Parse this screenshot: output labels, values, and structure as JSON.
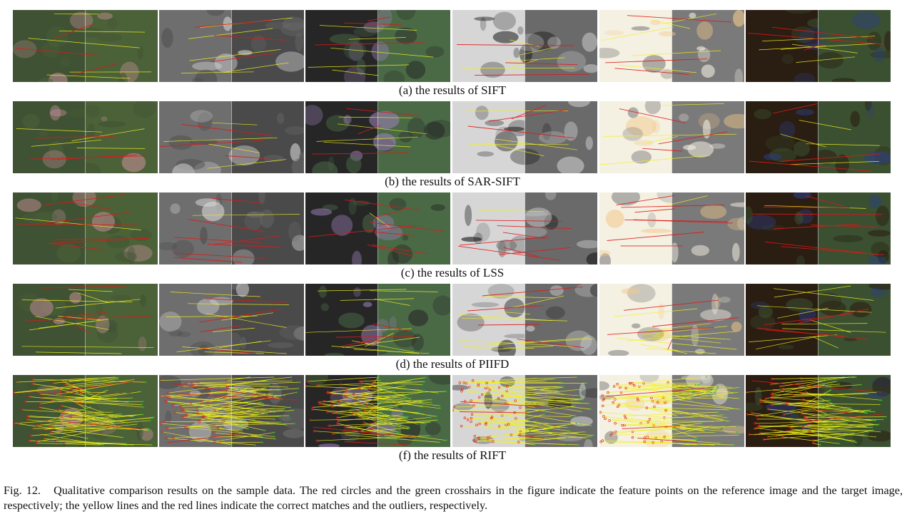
{
  "figure": {
    "pairs": [
      {
        "name": "optical-optical",
        "left": "#3f5233",
        "right": "#4b6138",
        "accent": "#c7909a"
      },
      {
        "name": "sar-sar",
        "left": "#6e6e6e",
        "right": "#4a4a4a",
        "accent": "#d8d8d8"
      },
      {
        "name": "map-optical-green",
        "left": "#262626",
        "right": "#4a6a46",
        "accent": "#9a80b8"
      },
      {
        "name": "depth-optical",
        "left": "#d6d6d6",
        "right": "#6a6a6a",
        "accent": "#111111"
      },
      {
        "name": "map-sar",
        "left": "#f4f0e2",
        "right": "#7a7a7a",
        "accent": "#f2c98a"
      },
      {
        "name": "night-day",
        "left": "#2a1d12",
        "right": "#3a5030",
        "accent": "#2c3f86"
      }
    ],
    "rows": [
      {
        "caption": "(a) the results of SIFT",
        "method": "SIFT"
      },
      {
        "caption": "(b) the results of SAR-SIFT",
        "method": "SAR-SIFT"
      },
      {
        "caption": "(c) the results of LSS",
        "method": "LSS"
      },
      {
        "caption": "(d) the results of PIIFD",
        "method": "PIIFD"
      },
      {
        "caption": "(f) the results of RIFT",
        "method": "RIFT"
      }
    ],
    "colors": {
      "correct_match": "#f2f21a",
      "outlier": "#e01818",
      "reference_point": "#e01818",
      "target_point": "#2fc42f"
    }
  },
  "caption": {
    "label": "Fig. 12.",
    "text": "Qualitative comparison results on the sample data. The red circles and the green crosshairs in the figure indicate the feature points on the reference image and the target image, respectively; the yellow lines and the red lines indicate the correct matches and the outliers, respectively."
  }
}
